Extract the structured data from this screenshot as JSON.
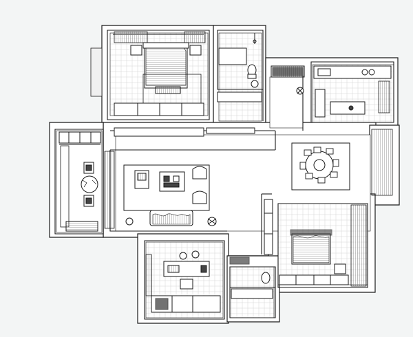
{
  "plan": {
    "style": "isometric-top-down line drawing, no labels",
    "colors": {
      "background": "#f3f5f5",
      "floor": "#ffffff",
      "wall": "#ffffff",
      "line": "#1a1a1a",
      "hatch": "#777777",
      "dark_fill": "#444444"
    },
    "rooms": [
      {
        "id": "master-bedroom"
      },
      {
        "id": "bathroom-north"
      },
      {
        "id": "kitchen"
      },
      {
        "id": "dining"
      },
      {
        "id": "living-room"
      },
      {
        "id": "study-west"
      },
      {
        "id": "bedroom-east"
      },
      {
        "id": "bedroom-south"
      },
      {
        "id": "bathroom-south"
      }
    ]
  }
}
